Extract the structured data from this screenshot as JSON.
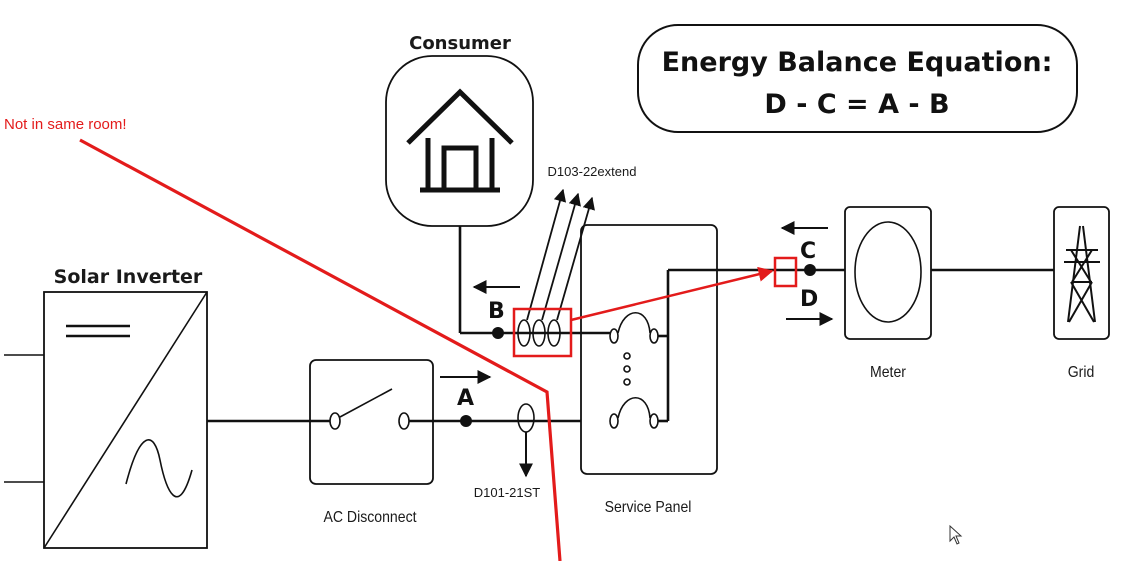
{
  "equation": {
    "title": "Energy Balance Equation:",
    "formula": "D - C = A - B"
  },
  "components": {
    "consumer": "Consumer",
    "solar_inverter": "Solar Inverter",
    "ac_disconnect": "AC Disconnect",
    "service_panel": "Service Panel",
    "meter": "Meter",
    "grid": "Grid"
  },
  "points": {
    "a": "A",
    "b": "B",
    "c": "C",
    "d": "D"
  },
  "sensors": {
    "d103": "D103-22extend",
    "d101": "D101-21ST"
  },
  "warning": "Not in same room!",
  "colors": {
    "annotation": "#e31b1b",
    "line": "#111111"
  }
}
